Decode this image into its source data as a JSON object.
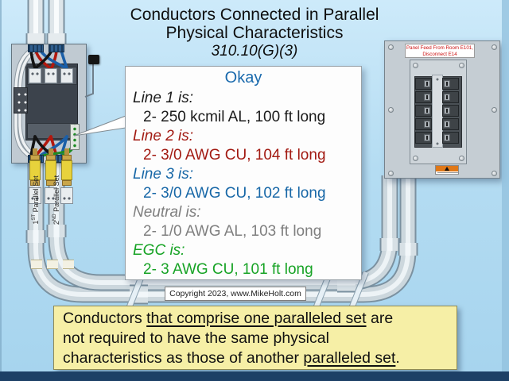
{
  "title": {
    "line1": "Conductors Connected in Parallel",
    "line2": "Physical Characteristics",
    "line3": "310.10(G)(3)"
  },
  "callout": {
    "heading": "Okay",
    "heading_color": "#1a6aad",
    "items": [
      {
        "label": "Line 1 is:",
        "value": "2- 250 kcmil AL, 100 ft long",
        "color": "#1b1b1b"
      },
      {
        "label": "Line 2 is:",
        "value": "2- 3/0 AWG CU, 104 ft long",
        "color": "#a21a12"
      },
      {
        "label": "Line 3 is:",
        "value": "2- 3/0 AWG CU, 102 ft long",
        "color": "#1767a7"
      },
      {
        "label": "Neutral is:",
        "value": "2- 1/0 AWG AL, 103 ft long",
        "color": "#7f7f7f"
      },
      {
        "label": "EGC is:",
        "value": "2- 3 AWG CU, 101 ft long",
        "color": "#17a325"
      }
    ]
  },
  "right_panel": {
    "label_line1": "Panel Feed From Room E101,",
    "label_line2": "Disconnect E14",
    "label_color": "#cc1111",
    "breakers_per_column": 5,
    "columns": 2
  },
  "conduit_labels": {
    "set1": {
      "num": "1",
      "ord": "ST",
      "rest": " Parallel Set"
    },
    "set2": {
      "num": "2",
      "ord": "ND",
      "rest": " Parallel Set"
    }
  },
  "copyright": "Copyright 2023, www.MikeHolt.com",
  "note": {
    "bg": "#f6efa6",
    "lines": [
      [
        {
          "t": "Conductors ",
          "u": false
        },
        {
          "t": "that comprise one paralleled set",
          "u": true
        },
        {
          "t": " are",
          "u": false
        }
      ],
      [
        {
          "t": "not required to have the same physical",
          "u": false
        }
      ],
      [
        {
          "t": "characteristics as those of another ",
          "u": false
        },
        {
          "t": "paralleled set",
          "u": true
        },
        {
          "t": ".",
          "u": false
        }
      ]
    ]
  },
  "left_equipment": {
    "fuse_count": 3,
    "wire_colors": {
      "line1": "#141414",
      "line2": "#b2180e",
      "line3": "#1b5fa8",
      "neutral": "#eef1f3",
      "egc": "#1f8c25"
    }
  }
}
